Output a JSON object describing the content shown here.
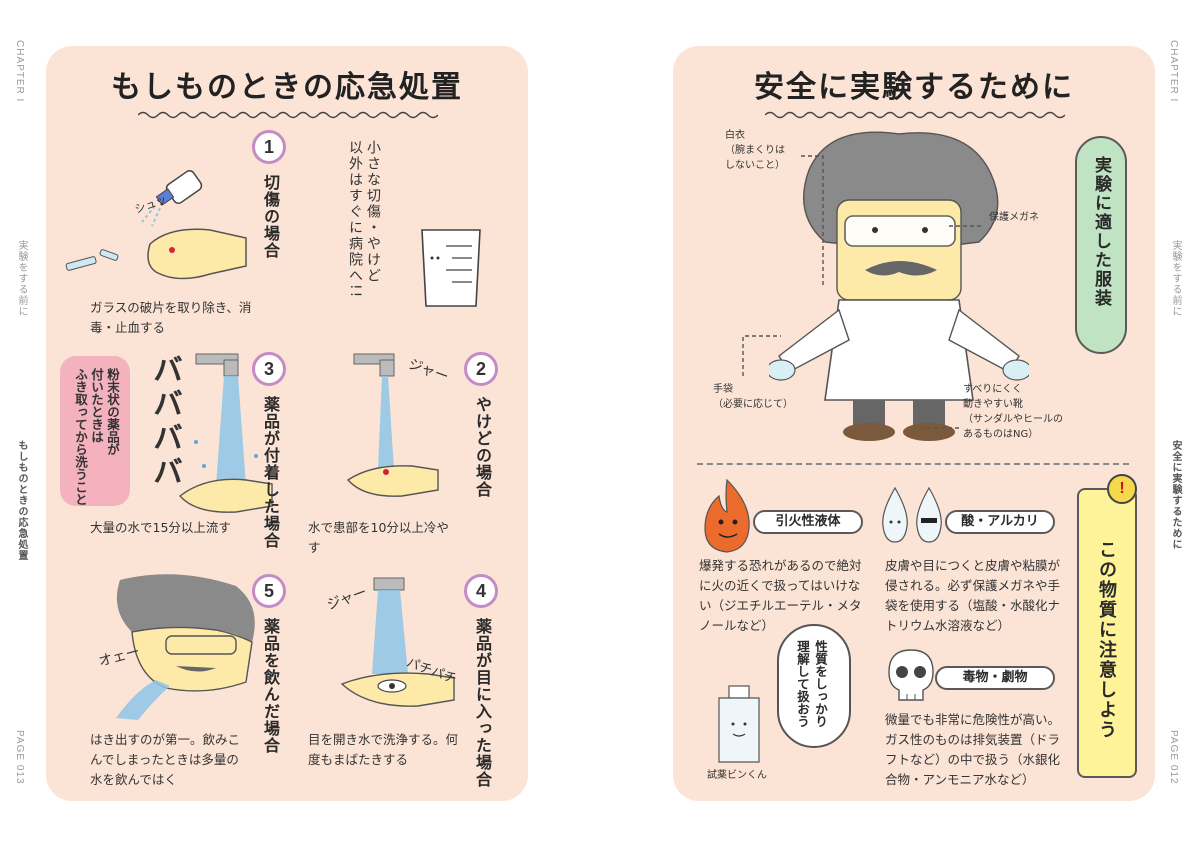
{
  "left_page": {
    "side_labels": {
      "chapter": "CHAPTER I",
      "section": "実験をする前に",
      "title": "もしものときの応急処置",
      "page": "PAGE 013"
    },
    "title": "もしものときの応急処置",
    "steps": [
      {
        "num": "1",
        "title": "切傷の場合",
        "caption": "ガラスの破片を取り除き、消毒・止血する"
      },
      {
        "num": "2",
        "title": "やけどの場合",
        "caption": "水で患部を10分以上冷やす"
      },
      {
        "num": "3",
        "title": "薬品が付着した場合",
        "caption": "大量の水で15分以上流す"
      },
      {
        "num": "4",
        "title": "薬品が目に入った場合",
        "caption": "目を開き水で洗浄する。何度もまばたきする"
      },
      {
        "num": "5",
        "title": "薬品を飲んだ場合",
        "caption": "はき出すのが第一。飲みこんでしまったときは多量の水を飲んではく"
      }
    ],
    "hospital_note": "小さな切傷・やけど\n以外はすぐに病院へ!!",
    "powder_note": "粉末状の薬品が\n付いたときは\nふき取ってから洗うこと",
    "sfx": {
      "shu": "シュッ",
      "babababa": "ババババ",
      "jaa": "ジャー",
      "jaa2": "ジャー",
      "pachi": "パチパチ",
      "oe": "オェー"
    }
  },
  "right_page": {
    "side_labels": {
      "chapter": "CHAPTER I",
      "section": "実験をする前に",
      "title": "安全に実験するために",
      "page": "PAGE 012"
    },
    "title": "安全に実験するために",
    "clothing_tag": "実験に適した服装",
    "labels": {
      "coat": "白衣\n（腕まくりは\nしないこと）",
      "goggles": "保護メガネ",
      "gloves": "手袋\n（必要に応じて）",
      "shoes": "すべりにくく\n動きやすい靴\n（サンダルやヒールの\nあるものはNG）"
    },
    "caution_tag": "この物質に注意しよう",
    "caution_icon": "!",
    "hazards": [
      {
        "name": "引火性液体",
        "desc": "爆発する恐れがあるので絶対に火の近くで扱ってはいけない（ジエチルエーテル・メタノールなど）"
      },
      {
        "name": "酸・アルカリ",
        "desc": "皮膚や目につくと皮膚や粘膜が侵される。必ず保護メガネや手袋を使用する（塩酸・水酸化ナトリウム水溶液など）"
      },
      {
        "name": "毒物・劇物",
        "desc": "微量でも非常に危険性が高い。ガス性のものは排気装置（ドラフトなど）の中で扱う（水銀化合物・アンモニア水など）"
      }
    ],
    "bubble": "性質をしっかり\n理解して扱おう",
    "bottle_name": "試薬ビンくん"
  },
  "colors": {
    "panel": "#fbe3d6",
    "number_ring": "#c48bc6",
    "clothing_tag": "#bfe3c3",
    "caution_tag": "#fff39a",
    "powder_note": "#f3b2bd",
    "water": "#8ec5e8",
    "flame": "#ec6a2c"
  }
}
